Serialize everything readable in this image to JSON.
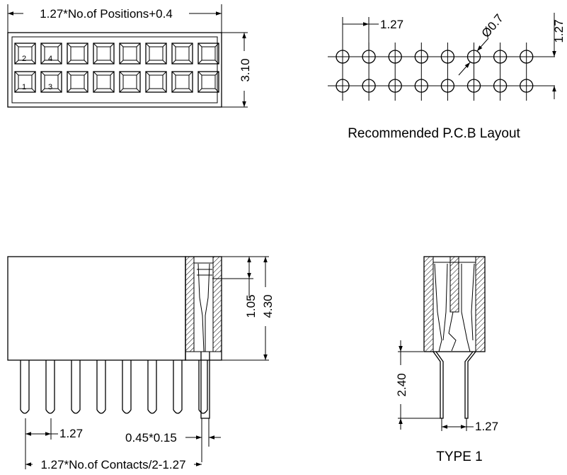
{
  "top_view": {
    "width_dim": "1.27*No.of Positions+0.4",
    "height_dim": "3.10",
    "pin_labels": [
      "2",
      "4",
      "1",
      "3"
    ]
  },
  "pcb_layout": {
    "pitch_dim": "1.27",
    "row_pitch_dim": "1.27",
    "hole_dim": "Ø0.7",
    "caption": "Recommended P.C.B Layout"
  },
  "side_view": {
    "depth_dim": "1.05",
    "height_dim": "4.30",
    "pitch_dim": "1.27",
    "pin_size_dim": "0.45*0.15",
    "span_dim": "1.27*No.of Contacts/2-1.27"
  },
  "type_view": {
    "tail_dim": "2.40",
    "pitch_dim": "1.27",
    "caption": "TYPE 1"
  }
}
